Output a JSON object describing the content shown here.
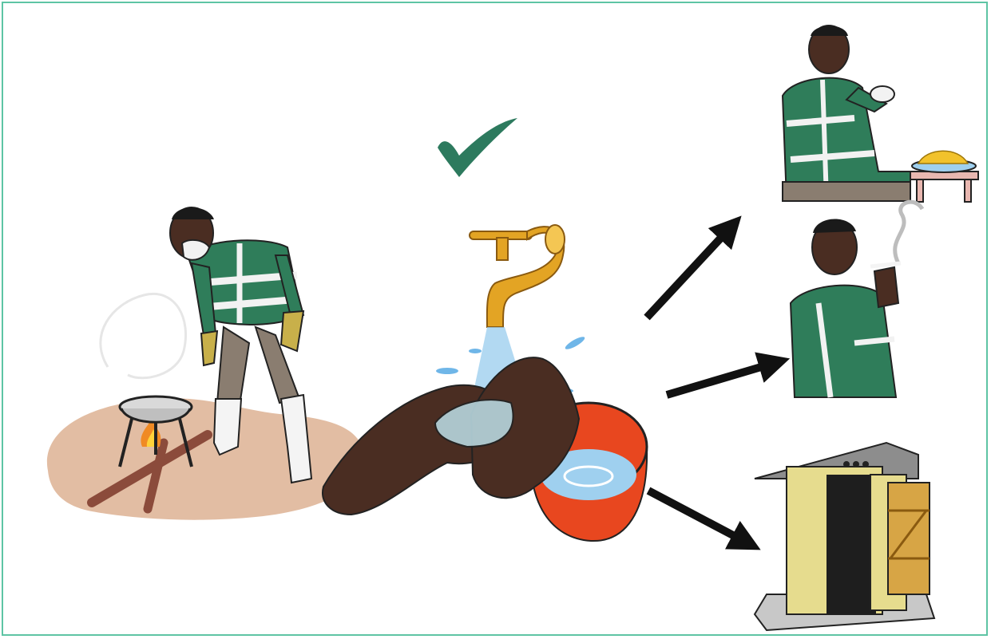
{
  "colors": {
    "frame": "#5ec4a4",
    "checkmark": "#2d7a5e",
    "jacket": "#2f7d5a",
    "reflective_stripe": "#f2f2f2",
    "skin": "#4a2d22",
    "ground": "#e2bda3",
    "fire": "#f08a24",
    "basin": "#e8471f",
    "water": "#9fd0ef",
    "tap": "#e3a424",
    "arrow": "#111111",
    "latrine_wall": "#e6dc8e",
    "latrine_roof": "#8d8d8d"
  },
  "scenes": {
    "worker": "worker-cooking-with-mask-gloves-boots",
    "handwashing": "hands-washing-under-tap-with-basin",
    "approval": "checkmark-icon",
    "outcomes": [
      "eating-food",
      "smoking-cigarette",
      "using-latrine"
    ]
  }
}
